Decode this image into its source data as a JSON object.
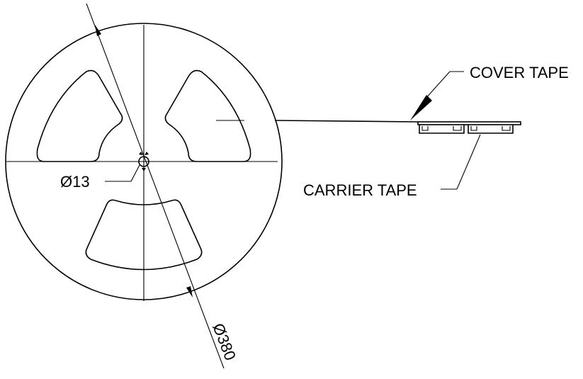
{
  "labels": {
    "cover_tape": "COVER TAPE",
    "carrier_tape": "CARRIER TAPE",
    "hub_diameter": "Ø13",
    "reel_diameter": "Ø380"
  },
  "colors": {
    "line": "#000000",
    "background": "#ffffff"
  }
}
